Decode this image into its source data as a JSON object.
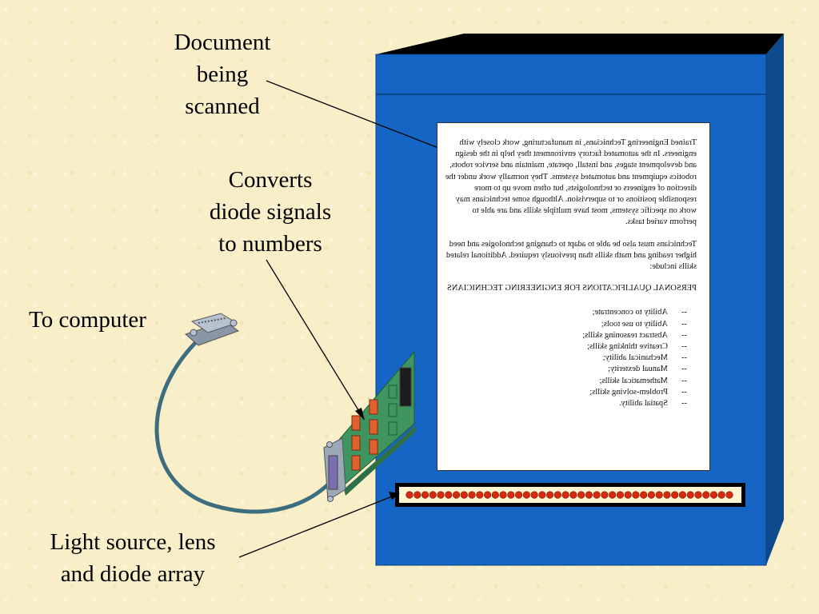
{
  "labels": {
    "document": "Document\nbeing\nscanned",
    "converts": "Converts\ndiode signals\nto numbers",
    "computer": "To computer",
    "light": "Light source, lens\nand diode array"
  },
  "document": {
    "paragraph1": "Trained Engineering Technicians, in manufacturing, work closely with engineers. In the automated factory environment they help in the design and development stages, and install, operate, maintain and service robots, robotics equipment and automated systems. They normally work under the direction of engineers or technologists, but often move up to more responsible positions or to supervision. Although some technicians may work on specific systems, most have multiple skills and are able to perform varied tasks.",
    "paragraph2": "Technicians must also be able to adapt to changing technologies and need higher reading and math skills than previously required. Additional related skills include:",
    "heading": "PERSONAL QUALIFICATIONS FOR ENGINEERING TECHNICIANS",
    "list": [
      "Ability to concentrate;",
      "Ability to use tools;",
      "Abstract reasoning skills;",
      "Creative thinking skills;",
      "Mechanical ability;",
      "Manual dexterity;",
      "Mathematical skills;",
      "Problem-solving skills;",
      "Spatial ability."
    ]
  },
  "colors": {
    "scanner_front": "#1566c4",
    "scanner_side": "#0e4a8c",
    "scanner_top": "#000000",
    "circuit_board": "#3f9560",
    "chip": "#e06030",
    "cable": "#3d6e80",
    "connector": "#9aa8b8",
    "diode": "#d42a10",
    "diode_array_bg": "#fff5d0"
  },
  "diode_array": {
    "count": 42
  }
}
